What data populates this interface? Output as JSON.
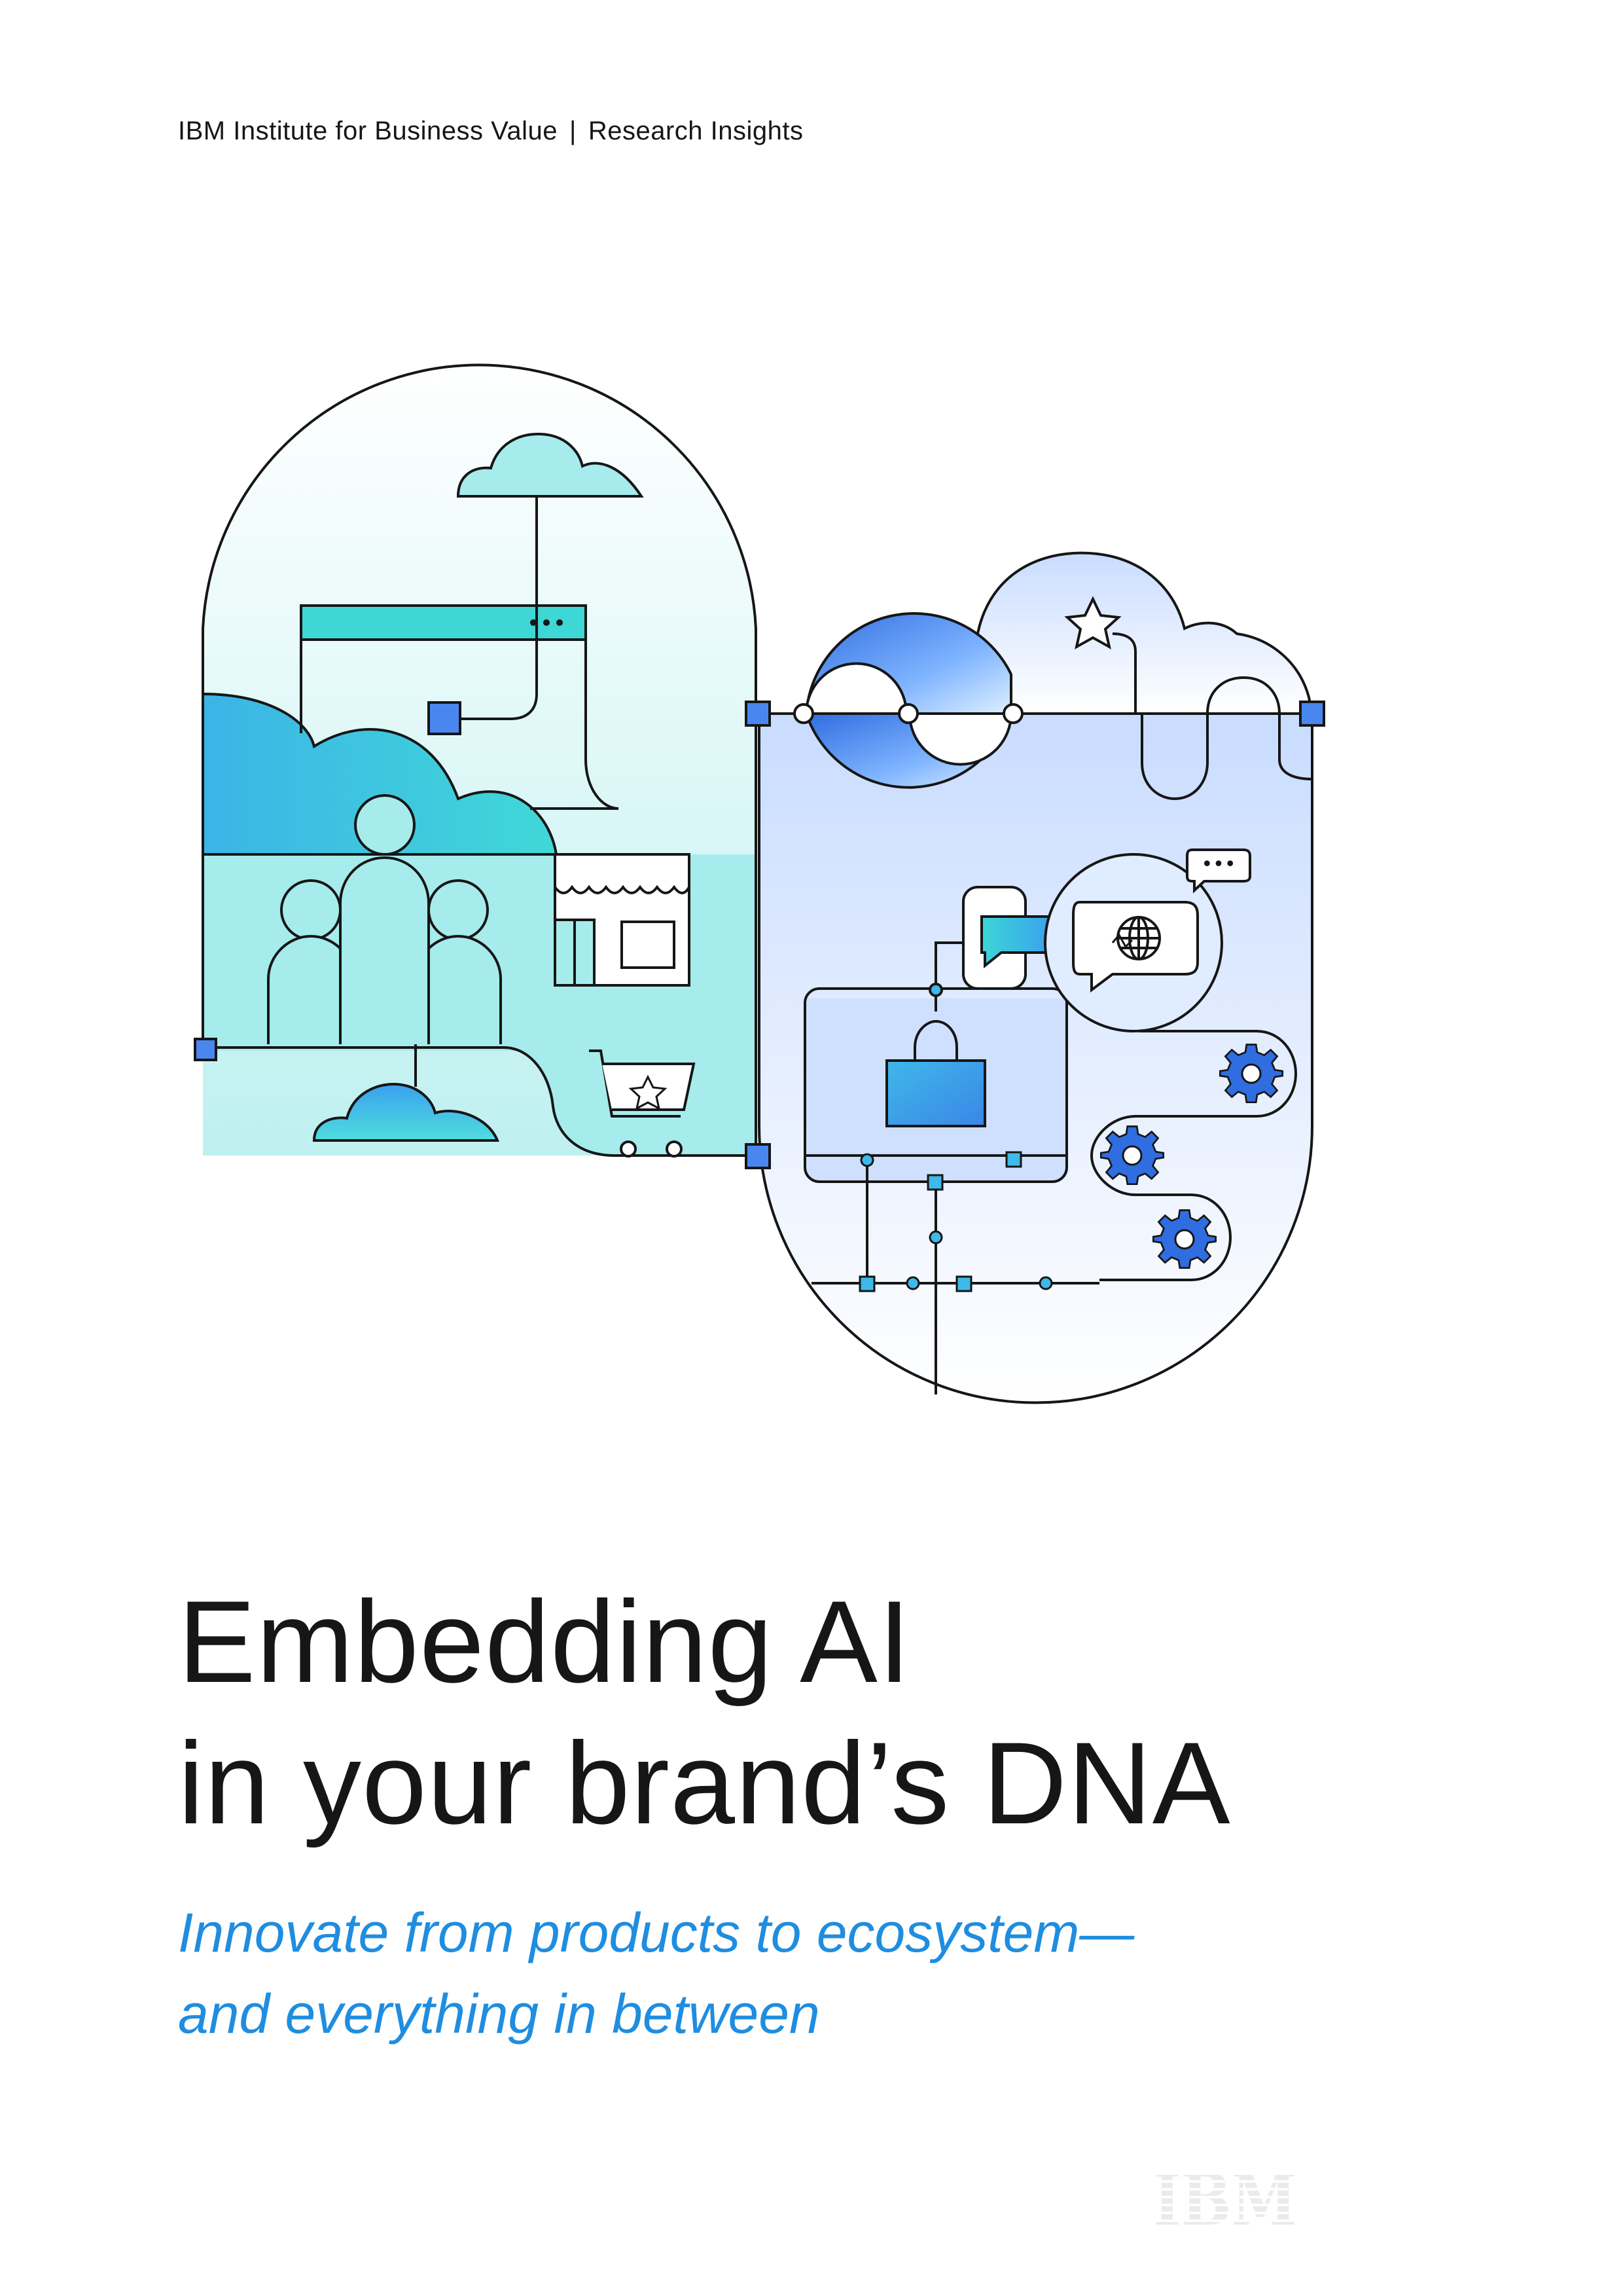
{
  "header": {
    "org": "IBM Institute for Business Value",
    "separator": "|",
    "series": "Research Insights"
  },
  "cover": {
    "title_line1": "Embedding AI",
    "title_line2": "in your brand’s DNA",
    "subtitle_line1": "Innovate from products to ecosystem—",
    "subtitle_line2": "and everything in between"
  },
  "logo": {
    "text": "IBM"
  },
  "illustration": {
    "chat_bubble_text": "•••",
    "colors": {
      "teal": "#3fd6d6",
      "aqua_light": "#a6ecec",
      "blue": "#4a86f0",
      "blue_deep": "#2f6de0",
      "line": "#161616",
      "accent_text": "#1f8de0"
    }
  }
}
